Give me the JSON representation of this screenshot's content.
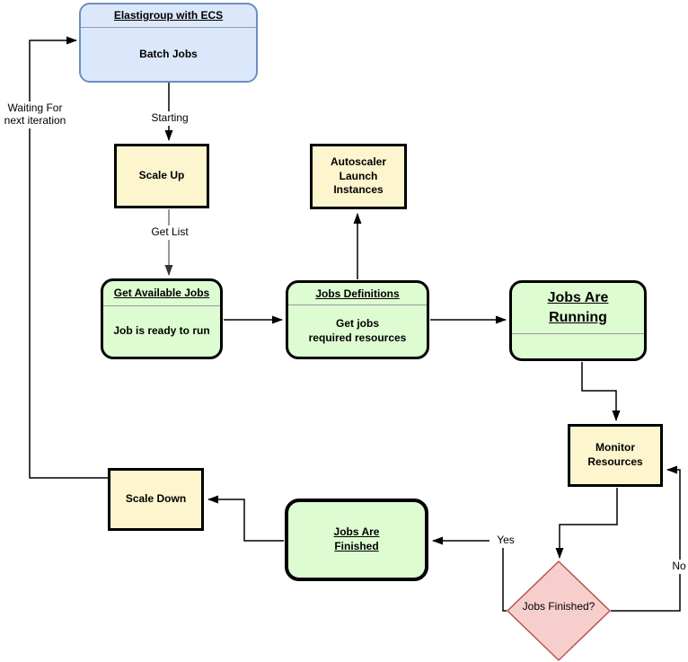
{
  "diagram": {
    "nodes": {
      "elastigroup": {
        "title": "Elastigroup with ECS",
        "body": "Batch Jobs"
      },
      "scale_up": {
        "label": "Scale Up"
      },
      "autoscaler": {
        "label": "Autoscaler\nLaunch\nInstances"
      },
      "get_available_jobs": {
        "title": "Get Available Jobs",
        "body": "Job is ready to run"
      },
      "jobs_definitions": {
        "title": "Jobs Definitions",
        "body": "Get jobs\nrequired resources"
      },
      "jobs_are_running": {
        "title": "Jobs Are\nRunning"
      },
      "monitor_resources": {
        "label": "Monitor\nResources"
      },
      "jobs_are_finished": {
        "label": "Jobs Are\nFinished"
      },
      "scale_down": {
        "label": "Scale Down"
      },
      "decision": {
        "label": "Jobs Finished?"
      }
    },
    "edge_labels": {
      "waiting": "Waiting For\nnext iteration",
      "starting": "Starting",
      "get_list": "Get List",
      "yes": "Yes",
      "no": "No"
    },
    "colors": {
      "blue_fill": "#dbe8fc",
      "blue_border": "#6c8ebf",
      "yellow_fill": "#fdf5ce",
      "green_fill": "#defcd1",
      "pink_fill": "#f6cfcc",
      "pink_border": "#b85450",
      "edge_black": "#000000",
      "edge_gray": "#999999"
    }
  }
}
